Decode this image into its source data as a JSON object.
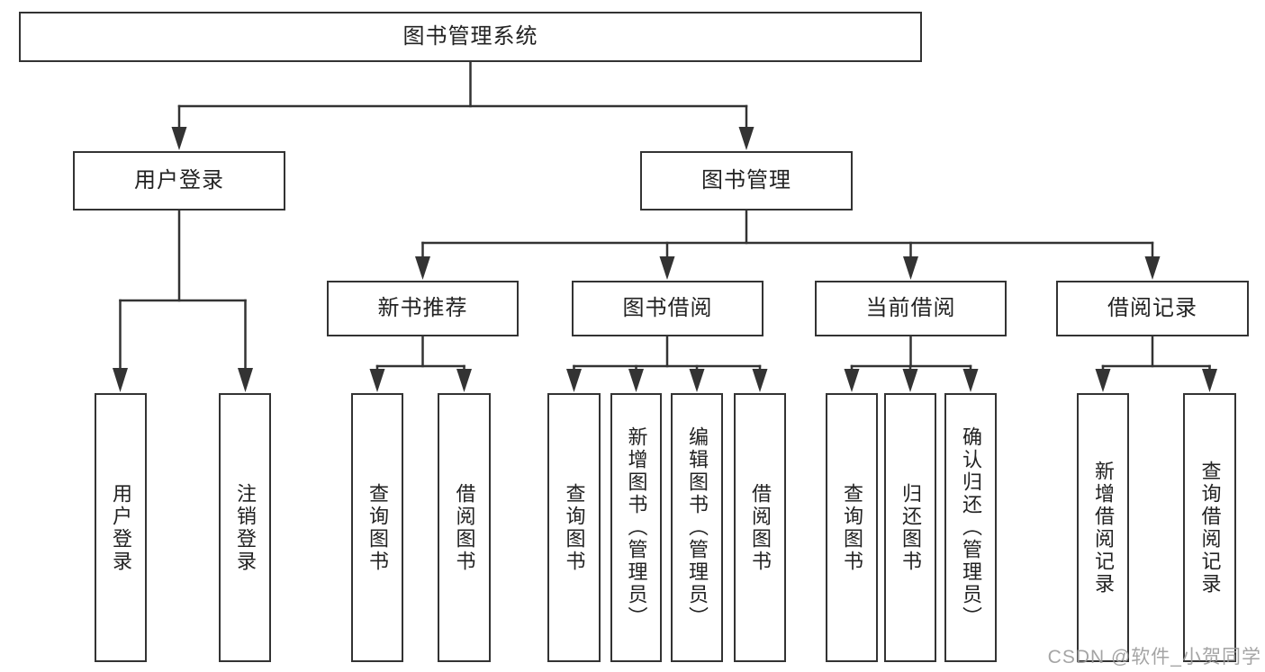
{
  "diagram": {
    "title": "图书管理系统",
    "level2": [
      {
        "label": "用户登录"
      },
      {
        "label": "图书管理"
      }
    ],
    "level3": [
      {
        "label": "新书推荐"
      },
      {
        "label": "图书借阅"
      },
      {
        "label": "当前借阅"
      },
      {
        "label": "借阅记录"
      }
    ],
    "leaves": [
      {
        "label": "用户登录"
      },
      {
        "label": "注销登录"
      },
      {
        "label": "查询图书"
      },
      {
        "label": "借阅图书"
      },
      {
        "label": "查询图书"
      },
      {
        "label": "新增图书（管理员）"
      },
      {
        "label": "编辑图书（管理员）"
      },
      {
        "label": "借阅图书"
      },
      {
        "label": "查询图书"
      },
      {
        "label": "归还图书"
      },
      {
        "label": "确认归还（管理员）"
      },
      {
        "label": "新增借阅记录"
      },
      {
        "label": "查询借阅记录"
      }
    ]
  },
  "watermark": {
    "text": "CSDN @软件_小贺同学"
  },
  "colors": {
    "line": "#333333",
    "text": "#222222",
    "watermark": "#9b9b9b",
    "background": "#ffffff"
  }
}
